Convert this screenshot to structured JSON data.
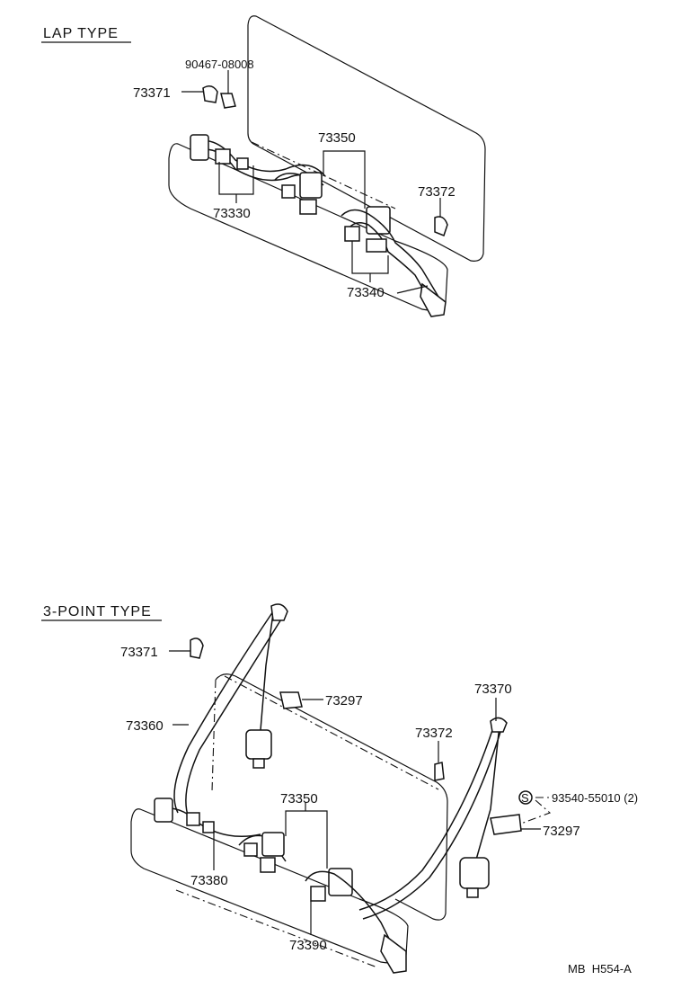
{
  "sections": {
    "lap": {
      "title": "LAP TYPE",
      "labels": {
        "bolt_code": "90467-08008",
        "anchor_cover": "73371",
        "buckle_set": "73350",
        "right_anchor": "73372",
        "left_belt": "73330",
        "right_belt": "73340"
      }
    },
    "three_point": {
      "title": "3-POINT TYPE",
      "labels": {
        "anchor_cover": "73371",
        "left_retractor_belt": "73360",
        "left_bracket": "73297",
        "right_retractor_belt": "73370",
        "right_anchor": "73372",
        "washer_code": "93540-55010 (2)",
        "washer_symbol": "S",
        "right_bracket": "73297",
        "buckle_set": "73350",
        "left_belt": "73380",
        "right_belt": "73390"
      }
    }
  },
  "footer": {
    "figure_code": "MB  H554-A"
  }
}
